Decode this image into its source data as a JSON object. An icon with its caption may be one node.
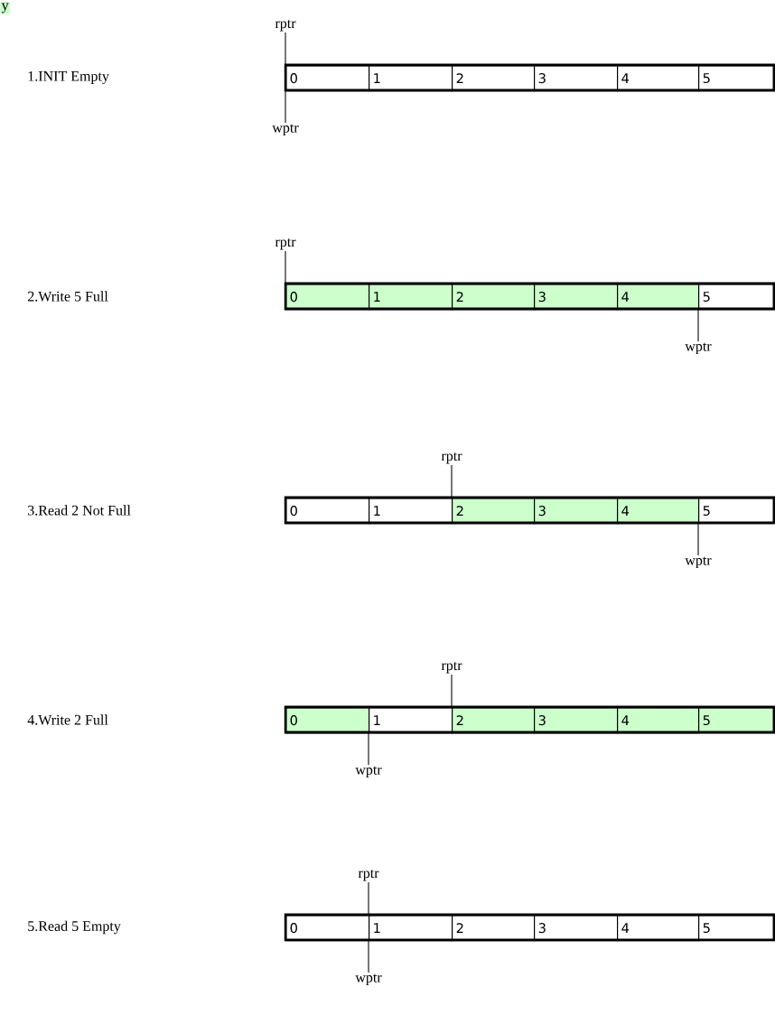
{
  "diagram": {
    "nodes": [
      {
        "text": [
          "rptr"
        ]
      },
      {
        "text": [
          "0"
        ]
      },
      {
        "text": [
          "1"
        ]
      },
      {
        "text": [
          "2"
        ]
      },
      {
        "text": [
          "3"
        ]
      },
      {
        "text": [
          "4"
        ]
      },
      {
        "text": [
          "5"
        ]
      },
      {
        "text": [
          "wptr"
        ]
      },
      {
        "text": [
          "rptr"
        ]
      },
      {
        "text": [
          "0"
        ]
      },
      {
        "text": [
          "1"
        ]
      },
      {
        "text": [
          "2"
        ]
      },
      {
        "text": [
          "3"
        ]
      },
      {
        "text": [
          "4"
        ]
      },
      {
        "text": [
          "5"
        ]
      },
      {
        "text": [
          "wptr"
        ]
      },
      {
        "text": [
          "rptr"
        ]
      },
      {
        "text": [
          "0"
        ]
      },
      {
        "text": [
          "1"
        ]
      },
      {
        "text": [
          "2"
        ]
      },
      {
        "text": [
          "3"
        ]
      },
      {
        "text": [
          "4"
        ]
      },
      {
        "text": [
          "5"
        ]
      },
      {
        "text": [
          "wptr"
        ]
      },
      {
        "text": [
          "rptr"
        ]
      },
      {
        "text": [
          "0"
        ]
      },
      {
        "text": [
          "1"
        ]
      },
      {
        "text": [
          "2"
        ]
      },
      {
        "text": [
          "3"
        ]
      },
      {
        "text": [
          "4"
        ]
      },
      {
        "text": [
          "5"
        ]
      },
      {
        "text": [
          "wptr"
        ]
      },
      {
        "text": [
          "rptr"
        ]
      },
      {
        "text": [
          "0"
        ]
      },
      {
        "text": [
          "1"
        ]
      },
      {
        "text": [
          "2"
        ]
      },
      {
        "text": [
          "3"
        ]
      },
      {
        "text": [
          "4"
        ]
      },
      {
        "text": [
          "5"
        ]
      },
      {
        "text": [
          "wptr"
        ]
      }
    ],
    "edges": [
      {
        "from": 0,
        "to": 1,
        "arrow": "none"
      },
      {
        "from": 7,
        "to": 1,
        "arrow": "none"
      },
      {
        "from": 8,
        "to": 9,
        "arrow": "none"
      },
      {
        "from": 15,
        "to": 14,
        "arrow": "none"
      },
      {
        "from": 16,
        "to": 19,
        "arrow": "none"
      },
      {
        "from": 23,
        "to": 22,
        "arrow": "none"
      },
      {
        "from": 24,
        "to": 27,
        "arrow": "none"
      },
      {
        "from": 31,
        "to": 26,
        "arrow": "none"
      },
      {
        "from": 32,
        "to": 34,
        "arrow": "none"
      },
      {
        "from": 39,
        "to": 34,
        "arrow": "none"
      }
    ],
    "labels": [
      "y",
      "1.INIT Empty",
      "2.Write 5 Full",
      "3.Read 2 Not Full",
      "4.Write 2 Full",
      "5.Read 5 Empty"
    ]
  }
}
